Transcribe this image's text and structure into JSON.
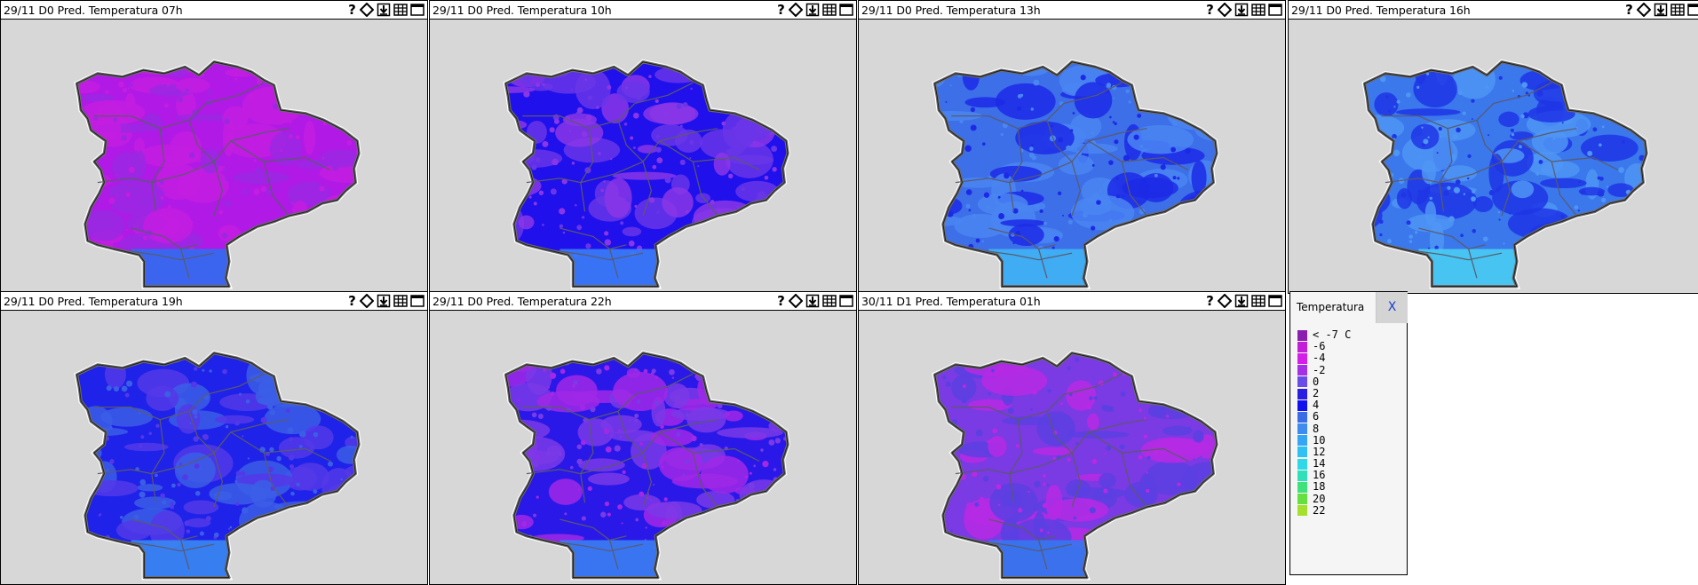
{
  "panels": [
    {
      "title": "29/11 D0 Pred. Temperatura 07h",
      "primary": "#b019e6",
      "secondary": "#c31de0",
      "tertiary": "#9a28e2",
      "south": "#2f6ef0"
    },
    {
      "title": "29/11 D0 Pred. Temperatura 10h",
      "primary": "#2010ec",
      "secondary": "#6a35e8",
      "tertiary": "#8a36e6",
      "south": "#3a7ef5"
    },
    {
      "title": "29/11 D0 Pred. Temperatura 13h",
      "primary": "#3c6fe8",
      "secondary": "#1c2ae6",
      "tertiary": "#4a86f2",
      "south": "#3fb3f4"
    },
    {
      "title": "29/11 D0 Pred. Temperatura 16h",
      "primary": "#3a78ec",
      "secondary": "#1f35e6",
      "tertiary": "#4f95f4",
      "south": "#49ccf2"
    },
    {
      "title": "29/11 D0 Pred. Temperatura 19h",
      "primary": "#1f22e8",
      "secondary": "#5438e8",
      "tertiary": "#3b5ee6",
      "south": "#3a88f2"
    },
    {
      "title": "29/11 D0 Pred. Temperatura 22h",
      "primary": "#2a18e8",
      "secondary": "#7a3ae6",
      "tertiary": "#a028e6",
      "south": "#3b7ff2"
    },
    {
      "title": "30/11 D1 Pred. Temperatura 01h",
      "primary": "#7a3ae4",
      "secondary": "#b62ae4",
      "tertiary": "#5a40e2",
      "south": "#3578ee"
    }
  ],
  "tool_icons": [
    "help-icon",
    "pan-icon",
    "download-icon",
    "table-icon",
    "window-icon"
  ],
  "help_glyph": "?",
  "legend": {
    "title": "Temperatura",
    "close": "X",
    "entries": [
      {
        "label": "< -7 C",
        "color": "#8b1fb0"
      },
      {
        "label": "-6",
        "color": "#c11fd8"
      },
      {
        "label": "-4",
        "color": "#d41fe8"
      },
      {
        "label": "-2",
        "color": "#a530e6"
      },
      {
        "label": "0",
        "color": "#6a4ce8"
      },
      {
        "label": "2",
        "color": "#2a1fe0"
      },
      {
        "label": "4",
        "color": "#1010f0"
      },
      {
        "label": "6",
        "color": "#3a6ce8"
      },
      {
        "label": "8",
        "color": "#3e8cf2"
      },
      {
        "label": "10",
        "color": "#35a6f6"
      },
      {
        "label": "12",
        "color": "#2fc0f4"
      },
      {
        "label": "14",
        "color": "#2ed8e6"
      },
      {
        "label": "16",
        "color": "#2fe0b8"
      },
      {
        "label": "18",
        "color": "#3fe27a"
      },
      {
        "label": "20",
        "color": "#66e040"
      },
      {
        "label": "22",
        "color": "#a6e02e"
      }
    ]
  }
}
